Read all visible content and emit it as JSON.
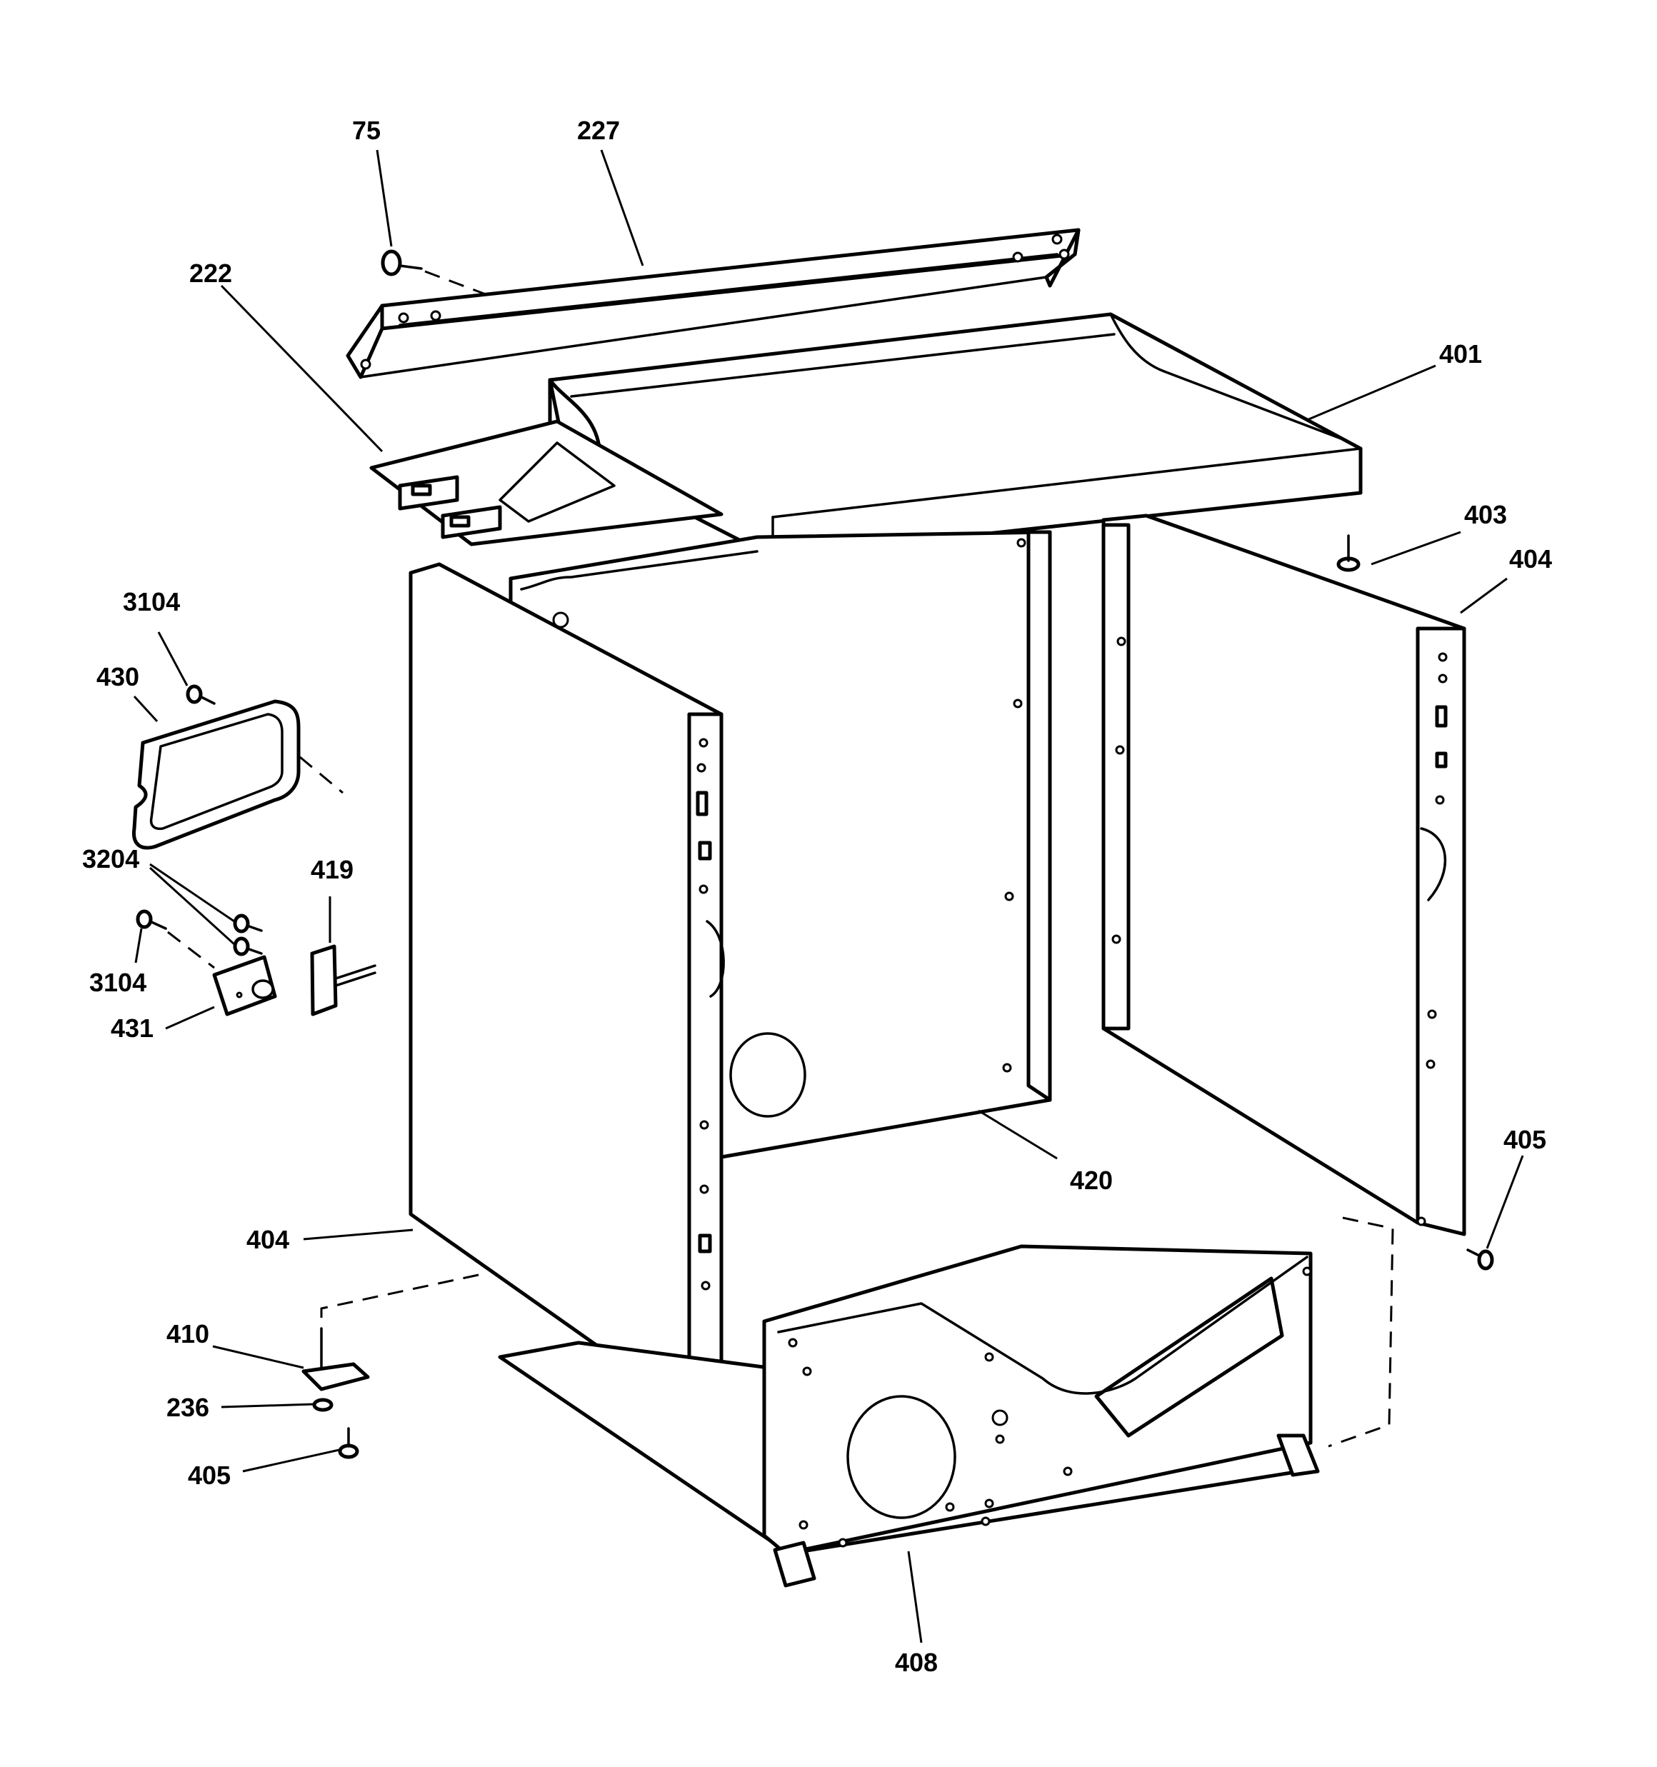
{
  "diagram": {
    "callouts": [
      {
        "id": "c75",
        "text": "75"
      },
      {
        "id": "c227",
        "text": "227"
      },
      {
        "id": "c222",
        "text": "222"
      },
      {
        "id": "c401",
        "text": "401"
      },
      {
        "id": "c403",
        "text": "403"
      },
      {
        "id": "c404r",
        "text": "404"
      },
      {
        "id": "c3104a",
        "text": "3104"
      },
      {
        "id": "c430",
        "text": "430"
      },
      {
        "id": "c3204",
        "text": "3204"
      },
      {
        "id": "c419",
        "text": "419"
      },
      {
        "id": "c3104b",
        "text": "3104"
      },
      {
        "id": "c431",
        "text": "431"
      },
      {
        "id": "c405r",
        "text": "405"
      },
      {
        "id": "c420",
        "text": "420"
      },
      {
        "id": "c404l",
        "text": "404"
      },
      {
        "id": "c410",
        "text": "410"
      },
      {
        "id": "c236",
        "text": "236"
      },
      {
        "id": "c405l",
        "text": "405"
      },
      {
        "id": "c408",
        "text": "408"
      }
    ]
  }
}
